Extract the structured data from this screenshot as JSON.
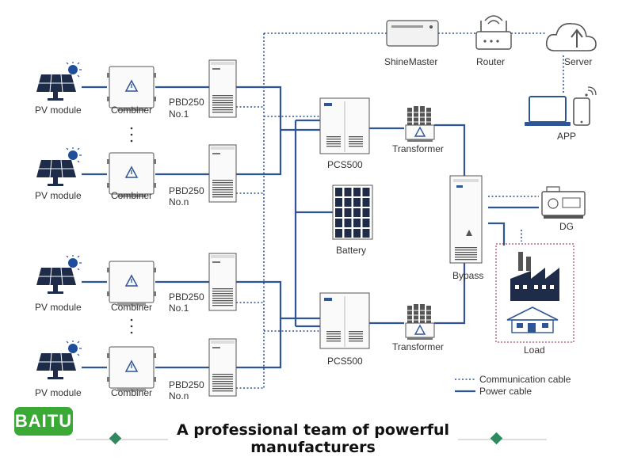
{
  "labels": {
    "pv_module": "PV module",
    "combiner": "Combiner",
    "pbd_name": "PBD250",
    "pbd_no1": "No.1",
    "pbd_non": "No.n",
    "pcs": "PCS500",
    "battery": "Battery",
    "transformer": "Transformer",
    "bypass": "Bypass",
    "dg": "DG",
    "load": "Load",
    "shinemaster": "ShineMaster",
    "router": "Router",
    "server": "Server",
    "app": "APP"
  },
  "legend": {
    "communication": "Communication cable",
    "power": "Power cable"
  },
  "brand": {
    "logo_text": "BAITU",
    "tagline_line1": "A professional team of powerful",
    "tagline_line2": "manufacturers"
  },
  "colors": {
    "power_cable": "#2f5597",
    "logo_green": "#3aa935",
    "load_border": "#8b2252"
  }
}
